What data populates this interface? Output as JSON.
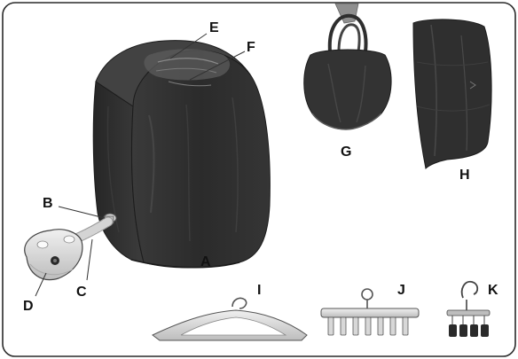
{
  "labels": {
    "A": "A",
    "B": "B",
    "C": "C",
    "D": "D",
    "E": "E",
    "F": "F",
    "G": "G",
    "H": "H",
    "I": "I",
    "J": "J",
    "K": "K"
  },
  "colors": {
    "frame_stroke": "#2a2a2a",
    "fabric_dark": "#2e2e2e",
    "fabric_mid": "#3b3b3b",
    "fabric_light": "#5a5a5a",
    "plastic_light": "#e8e8e8",
    "plastic_mid": "#c8c8c8",
    "leader_line": "#333333"
  }
}
